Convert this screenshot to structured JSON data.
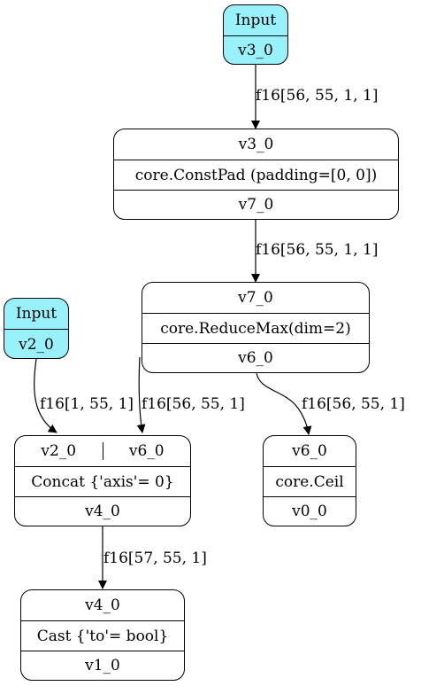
{
  "nodes": {
    "input_v3": {
      "header": "Input",
      "name": "v3_0"
    },
    "pad": {
      "input": "v3_0",
      "op": "core.ConstPad (padding=[0, 0])",
      "output": "v7_0"
    },
    "input_v2": {
      "header": "Input",
      "name": "v2_0"
    },
    "reducemax": {
      "input": "v7_0",
      "op": "core.ReduceMax(dim=2)",
      "output": "v6_0"
    },
    "concat": {
      "input_a": "v2_0",
      "input_b": "v6_0",
      "op": "Concat {'axis'= 0}",
      "output": "v4_0"
    },
    "ceil": {
      "input": "v6_0",
      "op": "core.Ceil",
      "output": "v0_0"
    },
    "cast": {
      "input": "v4_0",
      "op": "Cast {'to'= bool}",
      "output": "v1_0"
    }
  },
  "edges": {
    "v3_to_pad": "f16[56, 55, 1, 1]",
    "pad_to_reducemax": "f16[56, 55, 1, 1]",
    "v2_to_concat": "f16[1, 55, 1]",
    "reducemax_to_concat": "f16[56, 55, 1]",
    "reducemax_to_ceil": "f16[56, 55, 1]",
    "concat_to_cast": "f16[57, 55, 1]"
  }
}
